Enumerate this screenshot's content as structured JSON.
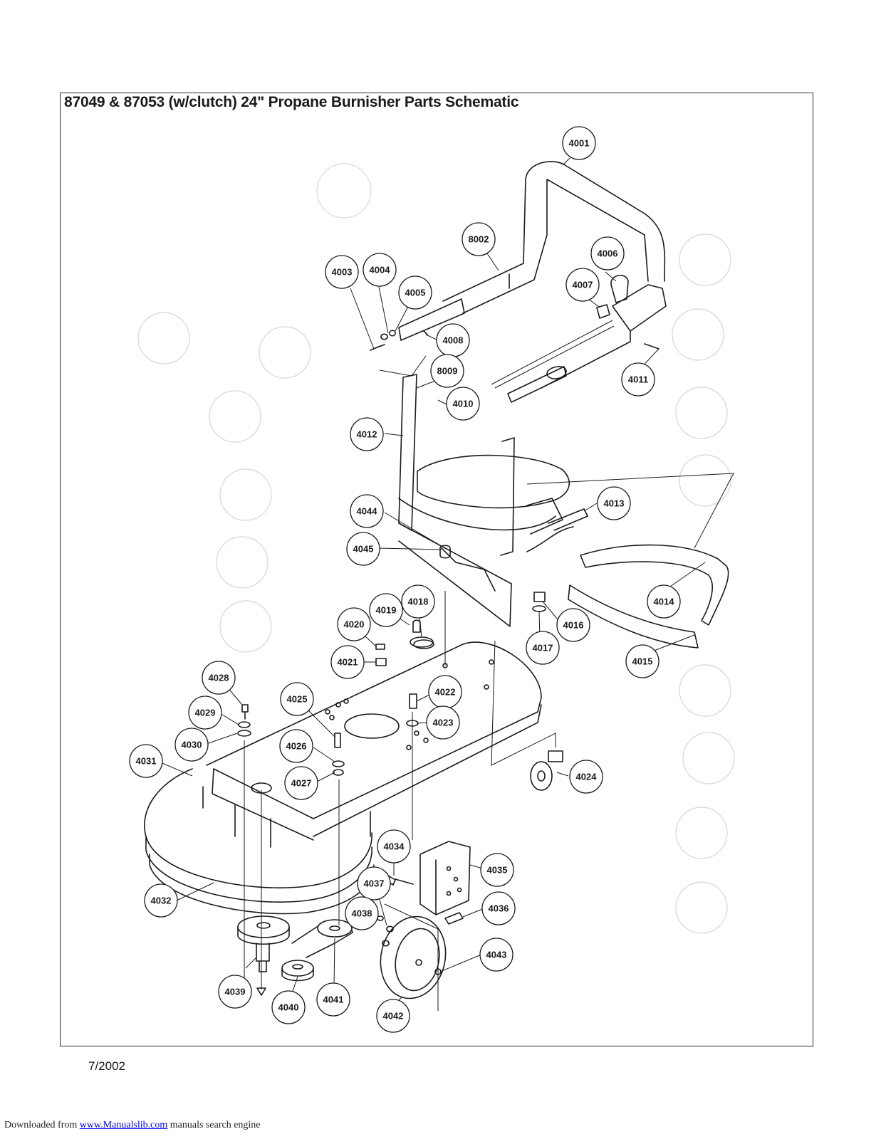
{
  "title": "87049 & 87053 (w/clutch) 24\" Propane Burnisher Parts Schematic",
  "date": "7/2002",
  "footer": {
    "prefix": "Downloaded from ",
    "link_text": "www.Manualslib.com",
    "suffix": " manuals search engine",
    "link_color": "#0000ee"
  },
  "callouts": [
    {
      "id": "4001"
    },
    {
      "id": "8002"
    },
    {
      "id": "4003"
    },
    {
      "id": "4004"
    },
    {
      "id": "4005"
    },
    {
      "id": "4006"
    },
    {
      "id": "4007"
    },
    {
      "id": "4008"
    },
    {
      "id": "8009"
    },
    {
      "id": "4010"
    },
    {
      "id": "4011"
    },
    {
      "id": "4012"
    },
    {
      "id": "4013"
    },
    {
      "id": "4014"
    },
    {
      "id": "4015"
    },
    {
      "id": "4016"
    },
    {
      "id": "4017"
    },
    {
      "id": "4018"
    },
    {
      "id": "4019"
    },
    {
      "id": "4020"
    },
    {
      "id": "4021"
    },
    {
      "id": "4022"
    },
    {
      "id": "4023"
    },
    {
      "id": "4024"
    },
    {
      "id": "4025"
    },
    {
      "id": "4026"
    },
    {
      "id": "4027"
    },
    {
      "id": "4028"
    },
    {
      "id": "4029"
    },
    {
      "id": "4030"
    },
    {
      "id": "4031"
    },
    {
      "id": "4032"
    },
    {
      "id": "4034"
    },
    {
      "id": "4035"
    },
    {
      "id": "4036"
    },
    {
      "id": "4037"
    },
    {
      "id": "4038"
    },
    {
      "id": "4039"
    },
    {
      "id": "4040"
    },
    {
      "id": "4041"
    },
    {
      "id": "4042"
    },
    {
      "id": "4043"
    },
    {
      "id": "4044"
    },
    {
      "id": "4045"
    }
  ]
}
